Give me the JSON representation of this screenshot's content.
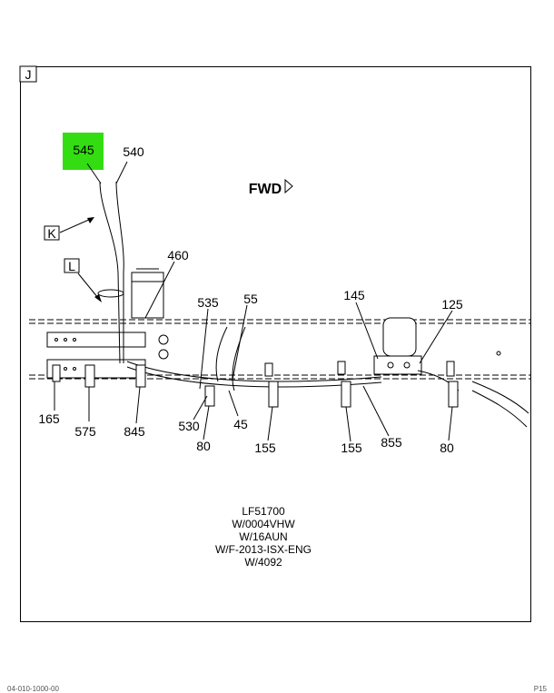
{
  "frame": {
    "corner_label": "J",
    "view_labels": [
      "K",
      "L"
    ],
    "direction_text": "FWD"
  },
  "highlight": {
    "callout": "545",
    "color": "#33dd11"
  },
  "callouts": [
    "540",
    "460",
    "535",
    "55",
    "145",
    "125",
    "165",
    "575",
    "845",
    "530",
    "80",
    "45",
    "155",
    "155",
    "855",
    "80"
  ],
  "notes": [
    "LF51700",
    "W/0004VHW",
    "W/16AUN",
    "W/F-2013-ISX-ENG",
    "W/4092"
  ],
  "footer": {
    "left": "04-010-1000-00",
    "right": "P15"
  }
}
